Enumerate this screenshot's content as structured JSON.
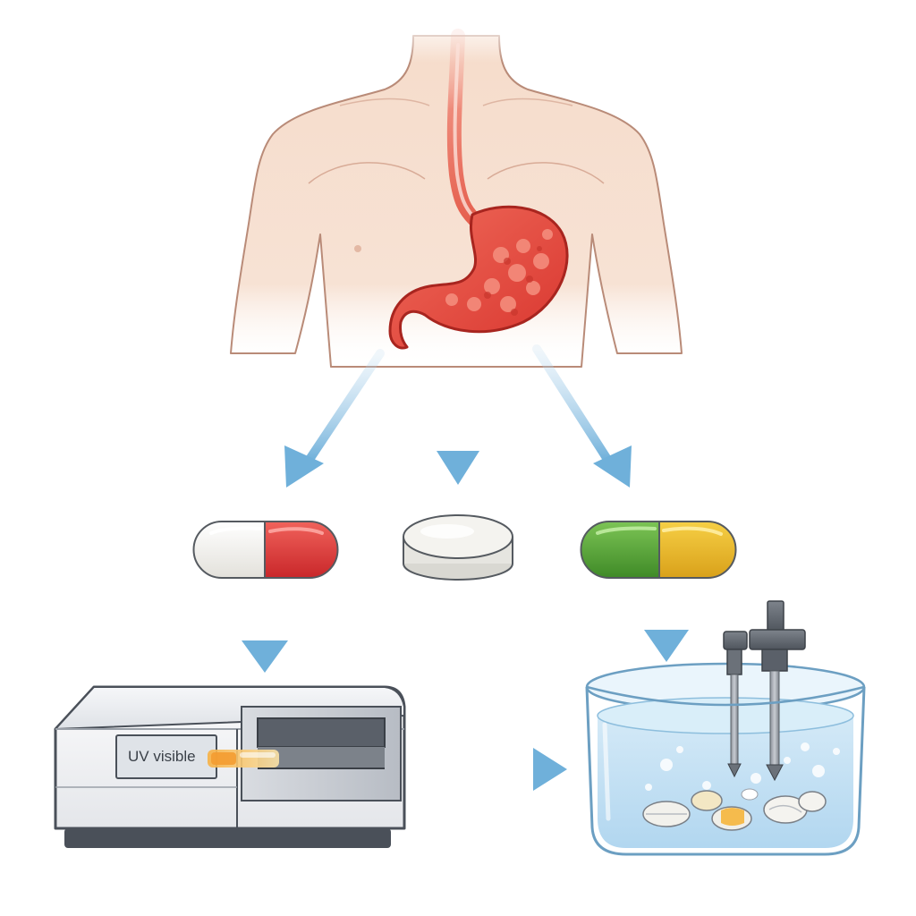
{
  "diagram": {
    "stages": [
      {
        "id": "body",
        "icon": "torso-stomach-icon"
      },
      {
        "id": "capsule-white-red",
        "icon": "capsule-icon",
        "colors": [
          "#f1efea",
          "#e0383a"
        ]
      },
      {
        "id": "tablet",
        "icon": "tablet-icon",
        "colors": [
          "#f2f1ec"
        ]
      },
      {
        "id": "capsule-green-yellow",
        "icon": "capsule-icon",
        "colors": [
          "#5aa83a",
          "#e8b828"
        ]
      },
      {
        "id": "spectrophotometer",
        "icon": "spectrophotometer-icon"
      },
      {
        "id": "dissolution-bath",
        "icon": "dissolution-bath-icon"
      }
    ],
    "arrow_color": "#7fb8dc"
  },
  "spectrophotometer": {
    "label": "UV visible"
  }
}
